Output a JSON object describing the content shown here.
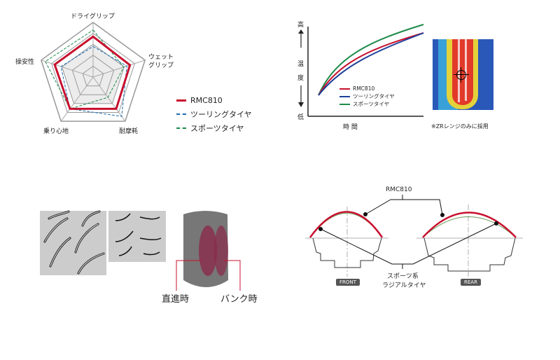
{
  "radar": {
    "axes": [
      "ドライグリップ",
      "ウェット",
      "グリップ",
      "耐摩耗",
      "乗り心地",
      "操安性"
    ],
    "legend": [
      {
        "name": "RMC810",
        "color": "#c8102e",
        "style": "solid"
      },
      {
        "name": "ツーリングタイヤ",
        "color": "#1f6fb2",
        "style": "dashed"
      },
      {
        "name": "スポーツタイヤ",
        "color": "#1d8a4a",
        "style": "dashed"
      }
    ]
  },
  "chart_data": [
    {
      "type": "radar",
      "categories": [
        "ドライグリップ",
        "ウェットグリップ",
        "耐摩耗",
        "乗り心地",
        "操安性"
      ],
      "series": [
        {
          "name": "RMC810",
          "values": [
            0.74,
            0.71,
            0.72,
            0.72,
            0.74
          ]
        },
        {
          "name": "ツーリングタイヤ",
          "values": [
            0.56,
            0.65,
            0.89,
            0.72,
            0.62
          ]
        },
        {
          "name": "スポーツタイヤ",
          "values": [
            0.86,
            0.59,
            0.46,
            0.72,
            0.92
          ]
        }
      ],
      "range": [
        0,
        1
      ]
    },
    {
      "type": "line",
      "xlabel": "時 間",
      "ylabel": "温 度",
      "y_high": "高",
      "y_low": "低",
      "series": [
        {
          "name": "RMC810",
          "color": "#c8102e"
        },
        {
          "name": "ツーリングタイヤ",
          "color": "#1f3f99"
        },
        {
          "name": "スポーツタイヤ",
          "color": "#1d8a4a"
        }
      ]
    }
  ],
  "thermal_note": "※ZRレンジのみに採用",
  "tread": {
    "straight_label": "直進時",
    "bank_label": "バンク時"
  },
  "profile": {
    "top_label": "RMC810",
    "bottom_label_1": "スポーツ系",
    "bottom_label_2": "ラジアルタイヤ",
    "front_badge": "FRONT",
    "rear_badge": "REAR"
  }
}
